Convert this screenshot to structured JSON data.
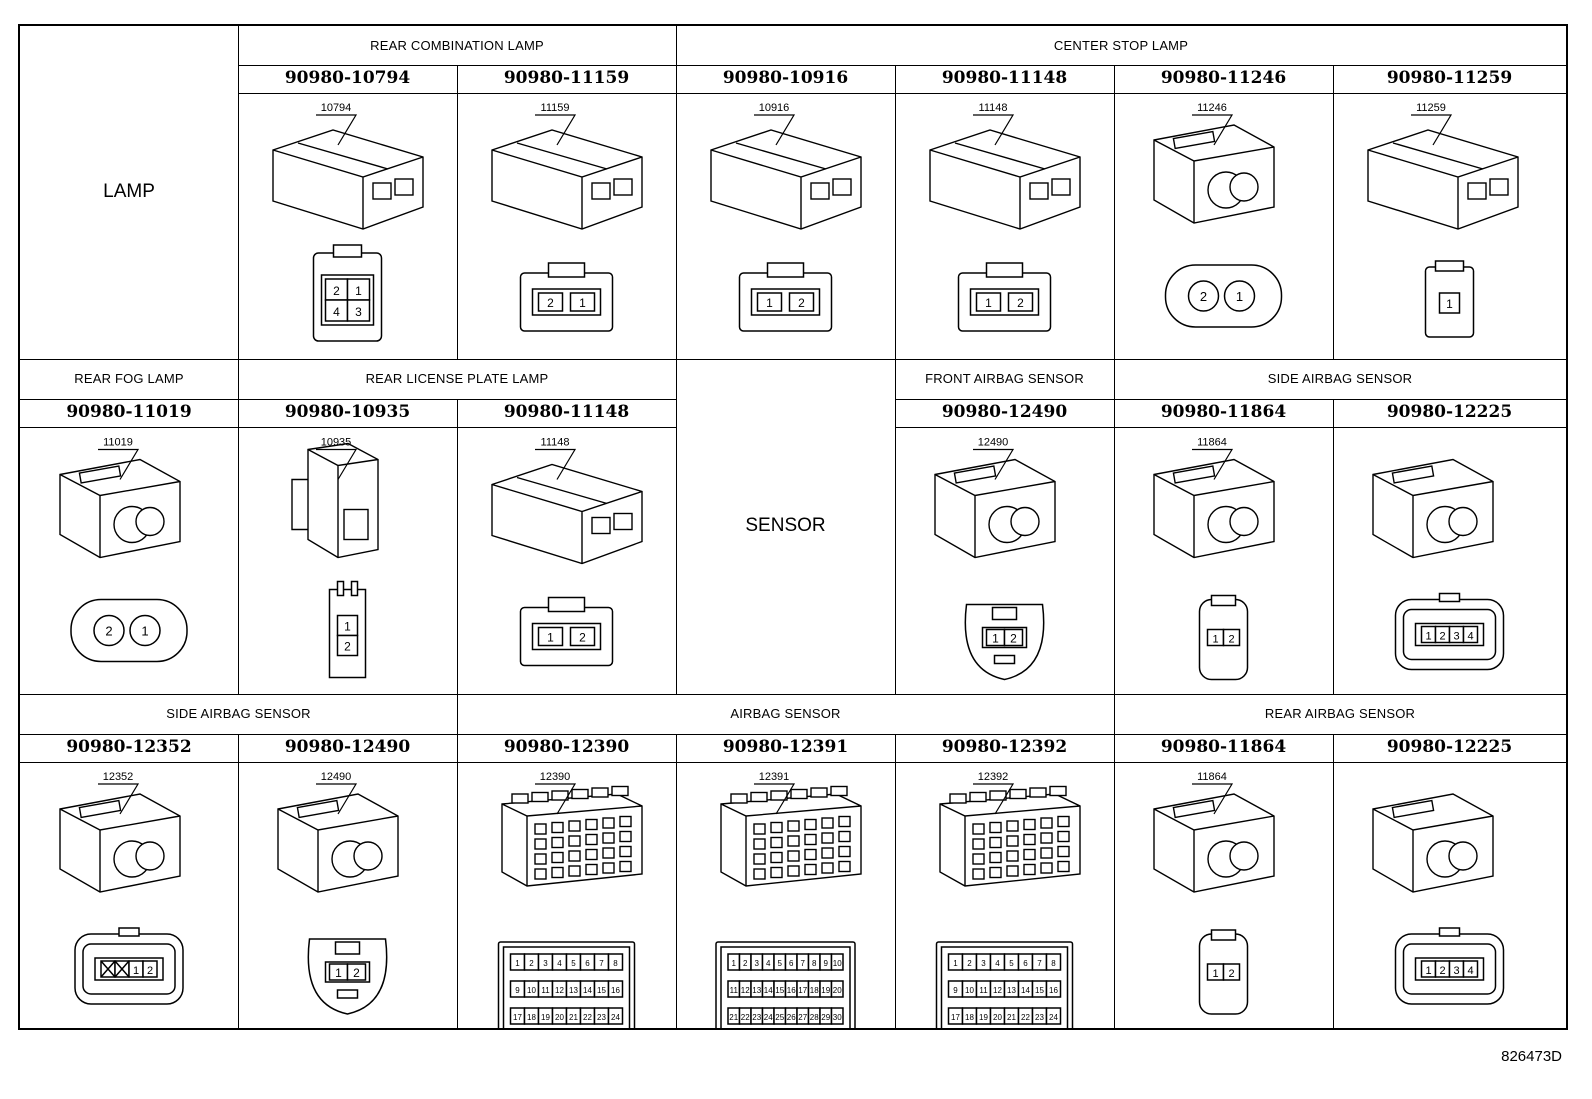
{
  "side_labels": {
    "lamp": "LAMP",
    "sensor": "SENSOR"
  },
  "groups": {
    "rear_combination_lamp": "REAR COMBINATION LAMP",
    "center_stop_lamp": "CENTER STOP LAMP",
    "rear_fog_lamp": "REAR FOG LAMP",
    "rear_license_plate_lamp": "REAR LICENSE PLATE LAMP",
    "front_airbag_sensor": "FRONT AIRBAG SENSOR",
    "side_airbag_sensor_r2": "SIDE AIRBAG SENSOR",
    "side_airbag_sensor_r3": "SIDE AIRBAG SENSOR",
    "airbag_sensor": "AIRBAG SENSOR",
    "rear_airbag_sensor": "REAR AIRBAG SENSOR"
  },
  "connectors": {
    "c10794": {
      "part": "90980-10794",
      "callout": "10794",
      "pins": [
        "2",
        "1",
        "4",
        "3"
      ]
    },
    "c11159": {
      "part": "90980-11159",
      "callout": "11159",
      "pins": [
        "2",
        "1"
      ]
    },
    "c10916": {
      "part": "90980-10916",
      "callout": "10916",
      "pins": [
        "1",
        "2"
      ]
    },
    "c11148a": {
      "part": "90980-11148",
      "callout": "11148",
      "pins": [
        "1",
        "2"
      ]
    },
    "c11246": {
      "part": "90980-11246",
      "callout": "11246",
      "pins": [
        "2",
        "1"
      ]
    },
    "c11259": {
      "part": "90980-11259",
      "callout": "11259",
      "pins": [
        "1"
      ]
    },
    "c11019": {
      "part": "90980-11019",
      "callout": "11019",
      "pins": [
        "2",
        "1"
      ]
    },
    "c10935": {
      "part": "90980-10935",
      "callout": "10935",
      "pins": [
        "1",
        "2"
      ]
    },
    "c11148b": {
      "part": "90980-11148",
      "callout": "11148",
      "pins": [
        "1",
        "2"
      ]
    },
    "c12490a": {
      "part": "90980-12490",
      "callout": "12490",
      "pins": [
        "1",
        "2"
      ]
    },
    "c11864a": {
      "part": "90980-11864",
      "callout": "11864",
      "pins": [
        "1",
        "2"
      ]
    },
    "c12225a": {
      "part": "90980-12225",
      "callout": "",
      "pins": [
        "1",
        "2",
        "3",
        "4"
      ]
    },
    "c12352": {
      "part": "90980-12352",
      "callout": "12352",
      "pins": [
        "1",
        "2"
      ]
    },
    "c12490b": {
      "part": "90980-12490",
      "callout": "12490",
      "pins": [
        "1",
        "2"
      ]
    },
    "c12390": {
      "part": "90980-12390",
      "callout": "12390",
      "rows": [
        [
          "1",
          "2",
          "3",
          "4",
          "5",
          "6",
          "7",
          "8"
        ],
        [
          "9",
          "10",
          "11",
          "12",
          "13",
          "14",
          "15",
          "16"
        ],
        [
          "17",
          "18",
          "19",
          "20",
          "21",
          "22",
          "23",
          "24"
        ]
      ]
    },
    "c12391": {
      "part": "90980-12391",
      "callout": "12391",
      "rows": [
        [
          "1",
          "2",
          "3",
          "4",
          "5",
          "6",
          "7",
          "8",
          "9",
          "10"
        ],
        [
          "11",
          "12",
          "13",
          "14",
          "15",
          "16",
          "17",
          "18",
          "19",
          "20"
        ],
        [
          "21",
          "22",
          "23",
          "24",
          "25",
          "26",
          "27",
          "28",
          "29",
          "30"
        ]
      ]
    },
    "c12392": {
      "part": "90980-12392",
      "callout": "12392",
      "rows": [
        [
          "1",
          "2",
          "3",
          "4",
          "5",
          "6",
          "7",
          "8"
        ],
        [
          "9",
          "10",
          "11",
          "12",
          "13",
          "14",
          "15",
          "16"
        ],
        [
          "17",
          "18",
          "19",
          "20",
          "21",
          "22",
          "23",
          "24"
        ]
      ]
    },
    "c11864b": {
      "part": "90980-11864",
      "callout": "11864",
      "pins": [
        "1",
        "2"
      ]
    },
    "c12225b": {
      "part": "90980-12225",
      "callout": "",
      "pins": [
        "1",
        "2",
        "3",
        "4"
      ]
    }
  },
  "doc_id": "826473D"
}
